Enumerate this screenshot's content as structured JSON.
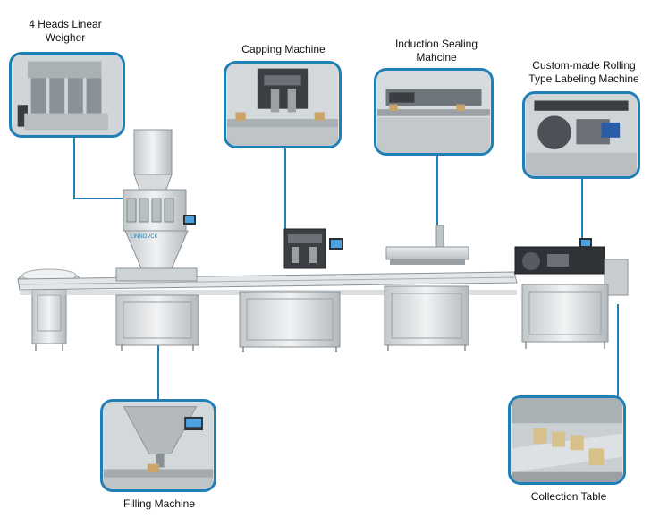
{
  "diagram": {
    "callouts": {
      "weigher": {
        "line1": "4 Heads Linear",
        "line2": "Weigher"
      },
      "capping": {
        "line1": "Capping Machine"
      },
      "sealing": {
        "line1": "Induction Sealing",
        "line2": "Mahcine"
      },
      "labeling": {
        "line1": "Custom-made Rolling",
        "line2": "Type Labeling Machine"
      },
      "filling": {
        "line1": "Filling Machine"
      },
      "collection": {
        "line1": "Collection Table"
      }
    },
    "machine_branding": "LINNOVCK",
    "colors": {
      "callout_blue": "#1f7fb6",
      "steel": "#c9ced1",
      "steel_dark": "#8b9297"
    }
  }
}
